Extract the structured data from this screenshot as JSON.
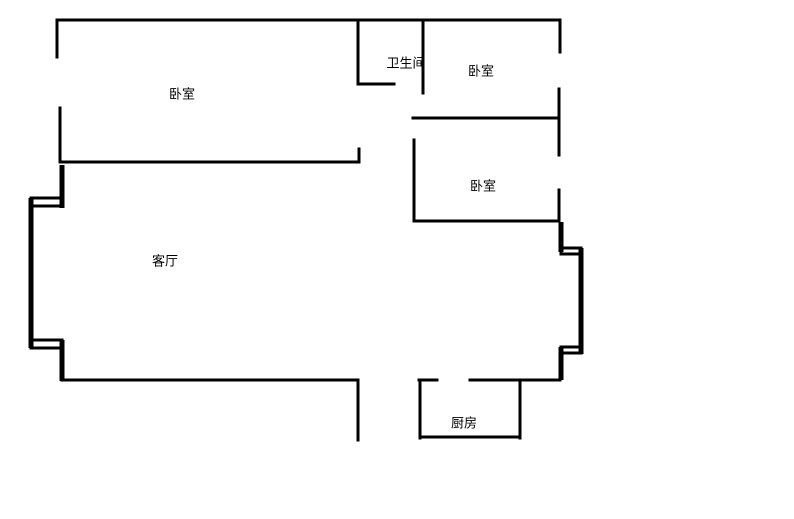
{
  "rooms": {
    "bedroom_main": "卧室",
    "bathroom": "卫生间",
    "bedroom_2": "卧室",
    "bedroom_3": "卧室",
    "living_room": "客厅",
    "kitchen": "厨房"
  },
  "colors": {
    "wall": "#000000",
    "background": "#ffffff"
  }
}
